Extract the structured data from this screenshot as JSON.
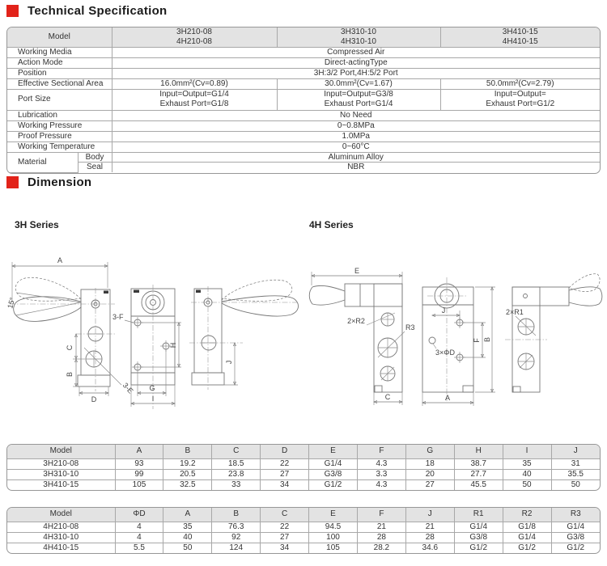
{
  "sections": {
    "tech": "Technical Specification",
    "dim": "Dimension"
  },
  "spec": {
    "labels": {
      "model": "Model",
      "working_media": "Working Media",
      "action_mode": "Action Mode",
      "position": "Position",
      "effective_area": "Effective Sectional Area",
      "port_size": "Port Size",
      "lubrication": "Lubrication",
      "working_pressure": "Working Pressure",
      "proof_pressure": "Proof Pressure",
      "working_temperature": "Working Temperature",
      "material": "Material",
      "body": "Body",
      "seal": "Seal"
    },
    "models": [
      {
        "l1": "3H210-08",
        "l2": "4H210-08"
      },
      {
        "l1": "3H310-10",
        "l2": "4H310-10"
      },
      {
        "l1": "3H410-15",
        "l2": "4H410-15"
      }
    ],
    "values": {
      "working_media": "Compressed Air",
      "action_mode": "Direct-actingType",
      "position": "3H:3/2 Port,4H:5/2 Port",
      "effective_area": [
        "16.0mm²(Cv=0.89)",
        "30.0mm²(Cv=1.67)",
        "50.0mm²(Cv=2.79)"
      ],
      "port_size": [
        {
          "l1": "Input=Output=G1/4",
          "l2": "Exhaust Port=G1/8"
        },
        {
          "l1": "Input=Output=G3/8",
          "l2": "Exhaust Port=G1/4"
        },
        {
          "l1": "Input=Output=",
          "l2": "Exhaust Port=G1/2"
        }
      ],
      "lubrication": "No Need",
      "working_pressure": "0~0.8MPa",
      "proof_pressure": "1.0MPa",
      "working_temperature": "0~60°C",
      "material_body": "Aluminum Alloy",
      "material_seal": "NBR"
    }
  },
  "drawings": {
    "h3": {
      "series": "3H Series",
      "labels": {
        "a": "A",
        "angle": "15°",
        "c": "C",
        "b": "B",
        "d": "D",
        "e3": "3-E",
        "f3": "3-F",
        "h": "H",
        "g": "G",
        "i": "I",
        "j": "J"
      }
    },
    "h4": {
      "series": "4H Series",
      "labels": {
        "e": "E",
        "r2": "2×R2",
        "r3": "R3",
        "c": "C",
        "j": "J",
        "phid": "3×ΦD",
        "f": "F",
        "b": "B",
        "a": "A",
        "r1": "2×R1"
      }
    }
  },
  "dim_3h": {
    "columns": [
      "Model",
      "A",
      "B",
      "C",
      "D",
      "E",
      "F",
      "G",
      "H",
      "I",
      "J"
    ],
    "rows": [
      [
        "3H210-08",
        "93",
        "19.2",
        "18.5",
        "22",
        "G1/4",
        "4.3",
        "18",
        "38.7",
        "35",
        "31"
      ],
      [
        "3H310-10",
        "99",
        "20.5",
        "23.8",
        "27",
        "G3/8",
        "3.3",
        "20",
        "27.7",
        "40",
        "35.5"
      ],
      [
        "3H410-15",
        "105",
        "32.5",
        "33",
        "34",
        "G1/2",
        "4.3",
        "27",
        "45.5",
        "50",
        "50"
      ]
    ]
  },
  "dim_4h": {
    "columns": [
      "Model",
      "ΦD",
      "A",
      "B",
      "C",
      "E",
      "F",
      "J",
      "R1",
      "R2",
      "R3"
    ],
    "rows": [
      [
        "4H210-08",
        "4",
        "35",
        "76.3",
        "22",
        "94.5",
        "21",
        "21",
        "G1/4",
        "G1/8",
        "G1/4"
      ],
      [
        "4H310-10",
        "4",
        "40",
        "92",
        "27",
        "100",
        "28",
        "28",
        "G3/8",
        "G1/4",
        "G3/8"
      ],
      [
        "4H410-15",
        "5.5",
        "50",
        "124",
        "34",
        "105",
        "28.2",
        "34.6",
        "G1/2",
        "G1/2",
        "G1/2"
      ]
    ]
  }
}
